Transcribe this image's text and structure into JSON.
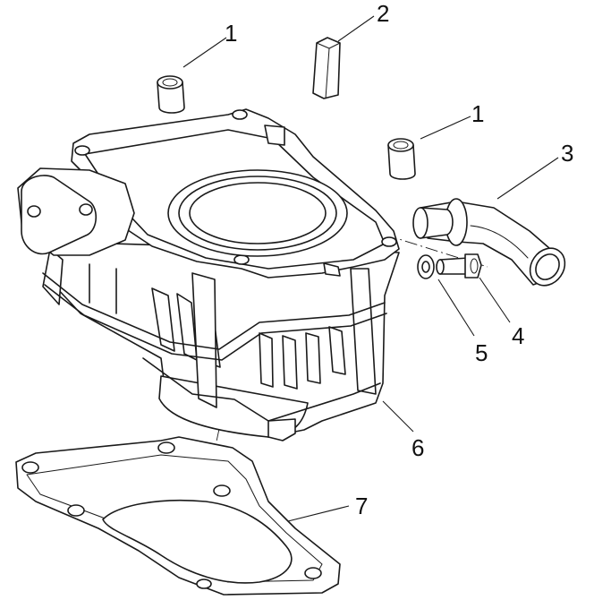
{
  "callouts": {
    "c1a": "1",
    "c2": "2",
    "c1b": "1",
    "c3": "3",
    "c4": "4",
    "c5": "5",
    "c6": "6",
    "c7": "7"
  }
}
